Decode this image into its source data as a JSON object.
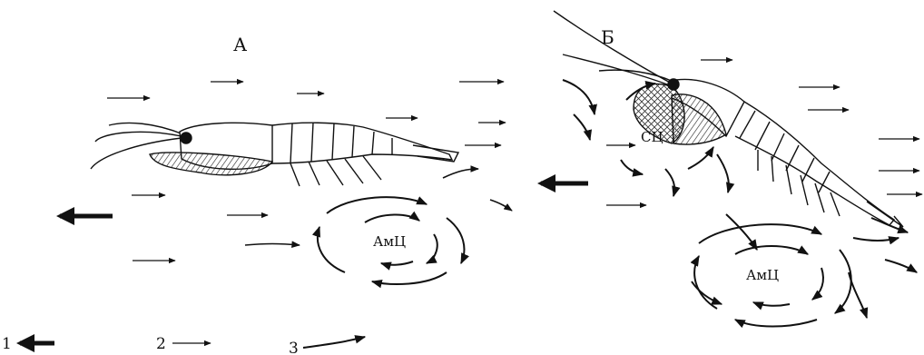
{
  "panels": {
    "a": {
      "label": "А",
      "vortex_label": "АмЦ"
    },
    "b": {
      "label": "Б",
      "vortex_label": "АмЦ",
      "pump_label": "СЦ"
    }
  },
  "legend": [
    {
      "number": "1"
    },
    {
      "number": "2"
    },
    {
      "number": "3"
    }
  ],
  "colors": {
    "ink": "#111111",
    "background": "#ffffff"
  }
}
